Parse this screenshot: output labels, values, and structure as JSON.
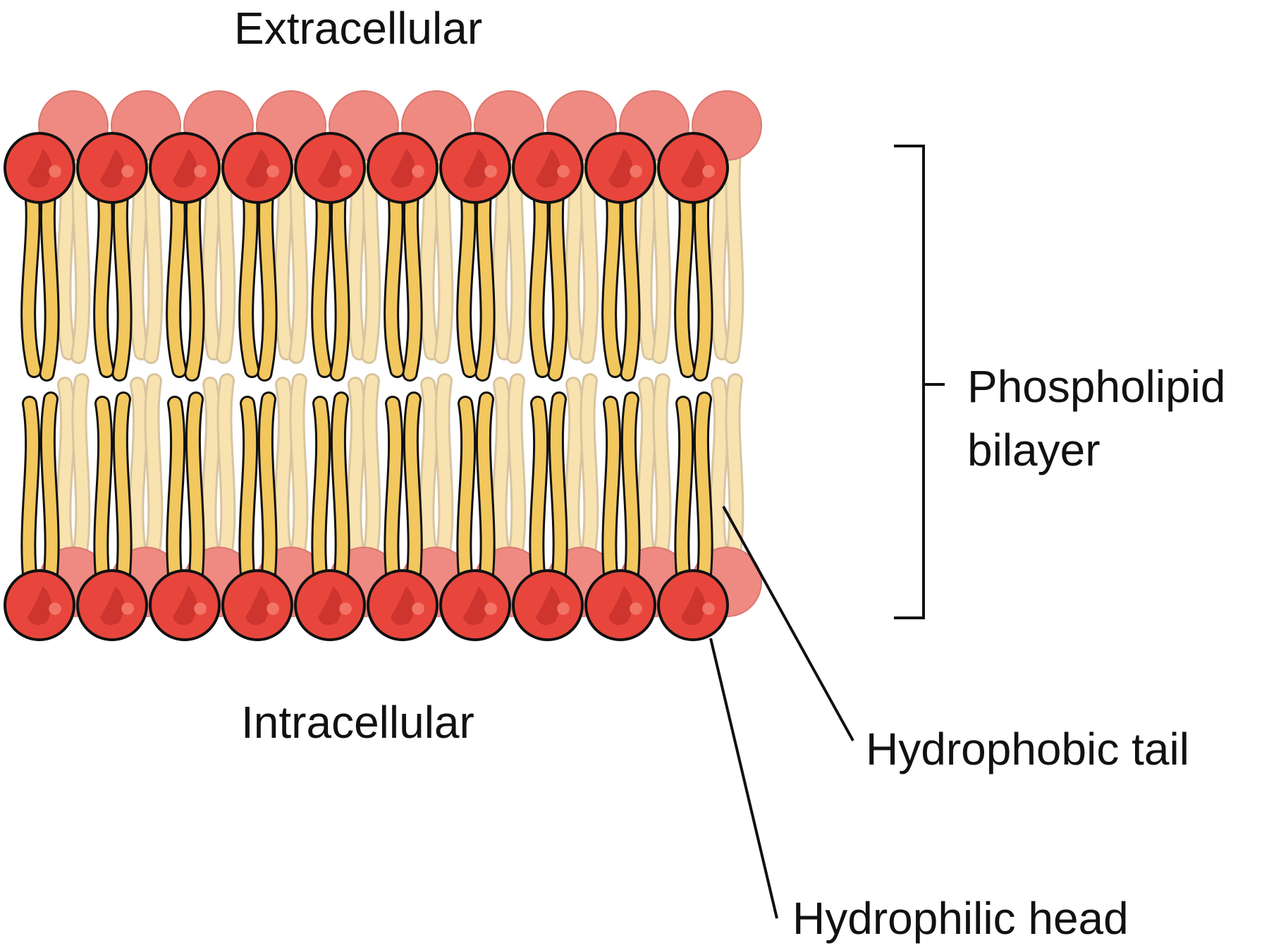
{
  "labels": {
    "extracellular": "Extracellular",
    "intracellular": "Intracellular",
    "bilayer_line1": "Phospholipid",
    "bilayer_line2": "bilayer",
    "tail": "Hydrophobic tail",
    "head": "Hydrophilic head"
  },
  "colors": {
    "head_fill": "#e8463c",
    "head_dark": "#c8322c",
    "head_light": "#f27466",
    "tail_fill": "#f2c75e",
    "outline": "#111111",
    "back_head": "#ee8a82",
    "back_tail": "#f8e2b0"
  }
}
